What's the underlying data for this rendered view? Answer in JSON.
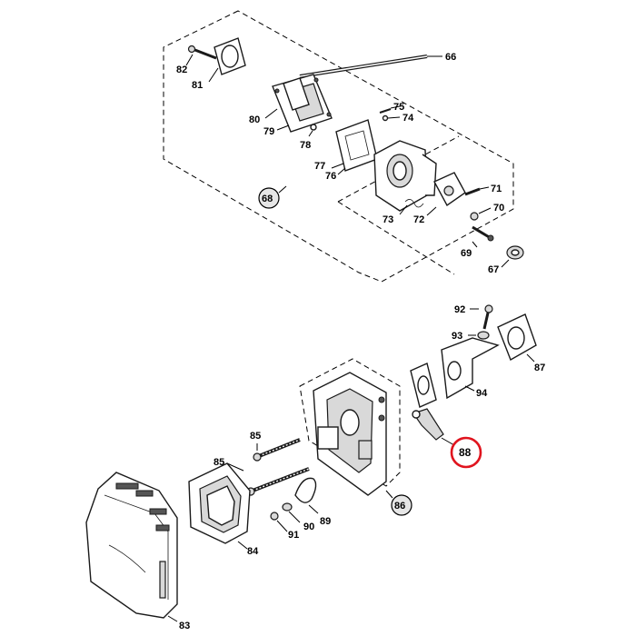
{
  "diagram": {
    "labels": {
      "p66": "66",
      "p81": "81",
      "p82": "82",
      "p80": "80",
      "p79": "79",
      "p75": "75",
      "p74": "74",
      "p78": "78",
      "p77": "77",
      "p76": "76",
      "p68": "68",
      "p71": "71",
      "p70": "70",
      "p72": "72",
      "p73": "73",
      "p69": "69",
      "p67": "67",
      "p92": "92",
      "p93": "93",
      "p87": "87",
      "p94": "94",
      "p88": "88",
      "p85a": "85",
      "p85b": "85",
      "p86": "86",
      "p89": "89",
      "p90": "90",
      "p91": "91",
      "p84": "84",
      "p83": "83"
    },
    "highlight_color": "#e0141e"
  }
}
